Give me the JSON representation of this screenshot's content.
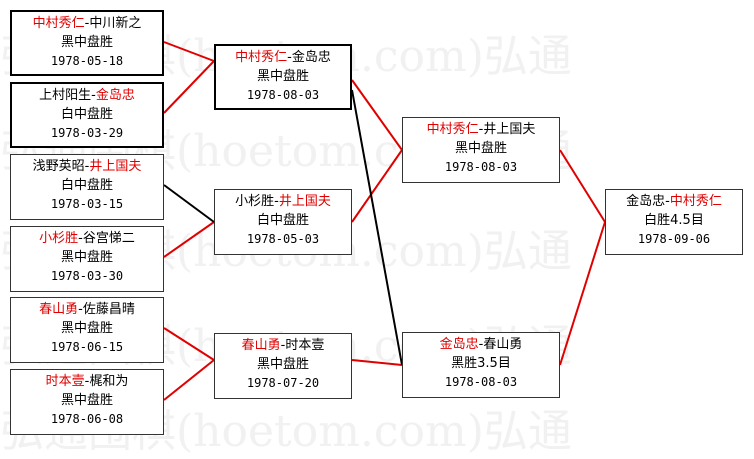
{
  "watermark": "弘通围棋(hoetom.com)弘通",
  "games": [
    {
      "id": "r1a",
      "left": "中村秀仁",
      "left_red": true,
      "sep": "-",
      "right": "中川新之",
      "right_red": false,
      "result": "黑中盘胜",
      "date": "1978-05-18"
    },
    {
      "id": "r1b",
      "left": "上村阳生",
      "left_red": false,
      "sep": "-",
      "right": "金岛忠",
      "right_red": true,
      "result": "白中盘胜",
      "date": "1978-03-29"
    },
    {
      "id": "r1c",
      "left": "浅野英昭",
      "left_red": false,
      "sep": "-",
      "right": "井上国夫",
      "right_red": true,
      "result": "白中盘胜",
      "date": "1978-03-15"
    },
    {
      "id": "r1d",
      "left": "小杉胜",
      "left_red": true,
      "sep": "-",
      "right": "谷宫悌二",
      "right_red": false,
      "result": "黑中盘胜",
      "date": "1978-03-30"
    },
    {
      "id": "r1e",
      "left": "春山勇",
      "left_red": true,
      "sep": "-",
      "right": "佐藤昌晴",
      "right_red": false,
      "result": "黑中盘胜",
      "date": "1978-06-15"
    },
    {
      "id": "r1f",
      "left": "时本壹",
      "left_red": true,
      "sep": "-",
      "right": "梶和为",
      "right_red": false,
      "result": "黑中盘胜",
      "date": "1978-06-08"
    },
    {
      "id": "r2a",
      "left": "中村秀仁",
      "left_red": true,
      "sep": "-",
      "right": "金岛忠",
      "right_red": false,
      "result": "黑中盘胜",
      "date": "1978-08-03"
    },
    {
      "id": "r2b",
      "left": "小杉胜",
      "left_red": false,
      "sep": "-",
      "right": "井上国夫",
      "right_red": true,
      "result": "白中盘胜",
      "date": "1978-05-03"
    },
    {
      "id": "r2c",
      "left": "春山勇",
      "left_red": true,
      "sep": "-",
      "right": "时本壹",
      "right_red": false,
      "result": "黑中盘胜",
      "date": "1978-07-20"
    },
    {
      "id": "r3a",
      "left": "中村秀仁",
      "left_red": true,
      "sep": "-",
      "right": "井上国夫",
      "right_red": false,
      "result": "黑中盘胜",
      "date": "1978-08-03"
    },
    {
      "id": "r3b",
      "left": "金岛忠",
      "left_red": true,
      "sep": "-",
      "right": "春山勇",
      "right_red": false,
      "result": "黑胜3.5目",
      "date": "1978-08-03"
    },
    {
      "id": "final",
      "left": "金岛忠",
      "left_red": false,
      "sep": "-",
      "right": "中村秀仁",
      "right_red": true,
      "result": "白胜4.5目",
      "date": "1978-09-06"
    }
  ],
  "colors": {
    "winner": "#e00000",
    "line_red": "#e00000",
    "line_black": "#000000",
    "border": "#000000"
  }
}
